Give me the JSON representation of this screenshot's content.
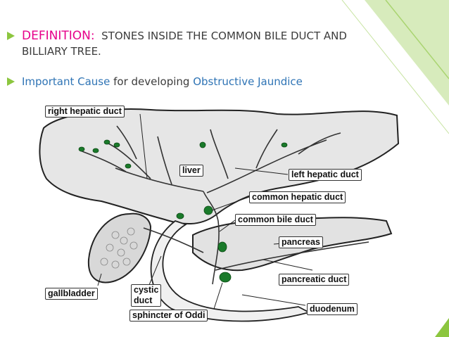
{
  "bullets": [
    {
      "lead": "DEFINITION",
      "sep": ":",
      "text_line1": "STONES INSIDE THE COMMON BILE DUCT AND",
      "text_line2": "BILLIARY TREE."
    },
    {
      "part1": "Important Cause",
      "part2": " for developing ",
      "part3": "Obstructive Jaundice"
    }
  ],
  "diagram": {
    "labels": {
      "right_hepatic_duct": "right hepatic duct",
      "liver": "liver",
      "left_hepatic_duct": "left hepatic duct",
      "common_hepatic_duct": "common hepatic duct",
      "common_bile_duct": "common bile duct",
      "pancreas": "pancreas",
      "pancreatic_duct": "pancreatic duct",
      "gallbladder": "gallbladder",
      "cystic": "cystic",
      "duct": "duct",
      "duodenum": "duodenum",
      "sphincter_of_oddi": "sphincter of Oddi"
    }
  },
  "colors": {
    "accent_green": "#8cc63f",
    "definition_pink": "#e6008a",
    "text_blue": "#2f74b5",
    "stone_green": "#1a7a2a"
  }
}
